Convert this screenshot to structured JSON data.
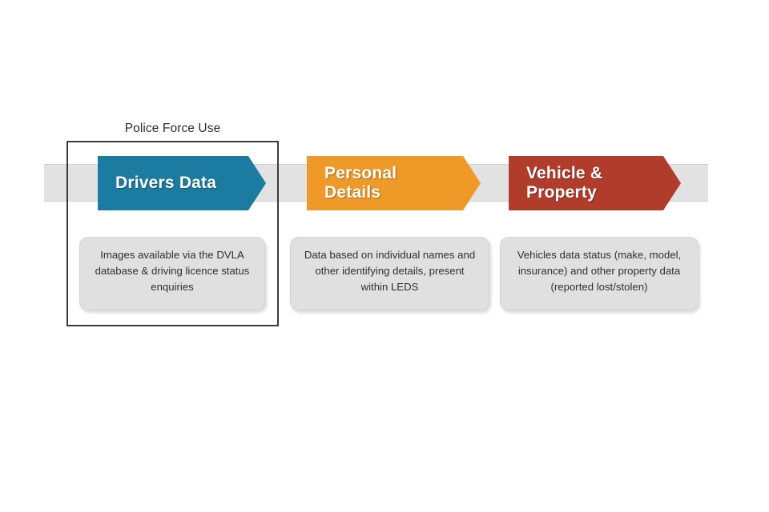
{
  "diagram": {
    "title": "Police Force Use",
    "band_color": "#e2e2e2",
    "group_border_color": "#3b3b3b",
    "stages": [
      {
        "id": "drivers-data",
        "label": "Drivers Data",
        "color": "#1b7ba0",
        "description": "Images available via the DVLA database & driving licence status enquiries",
        "grouped": "Police Force Use"
      },
      {
        "id": "personal-details",
        "label": "Personal Details",
        "color": "#ef9a28",
        "description": "Data based on individual names and other identifying details, present within LEDS"
      },
      {
        "id": "vehicle-property",
        "label": "Vehicle & Property",
        "color": "#b23c2c",
        "description": "Vehicles data status (make, model, insurance) and other property data (reported lost/stolen)"
      }
    ]
  }
}
